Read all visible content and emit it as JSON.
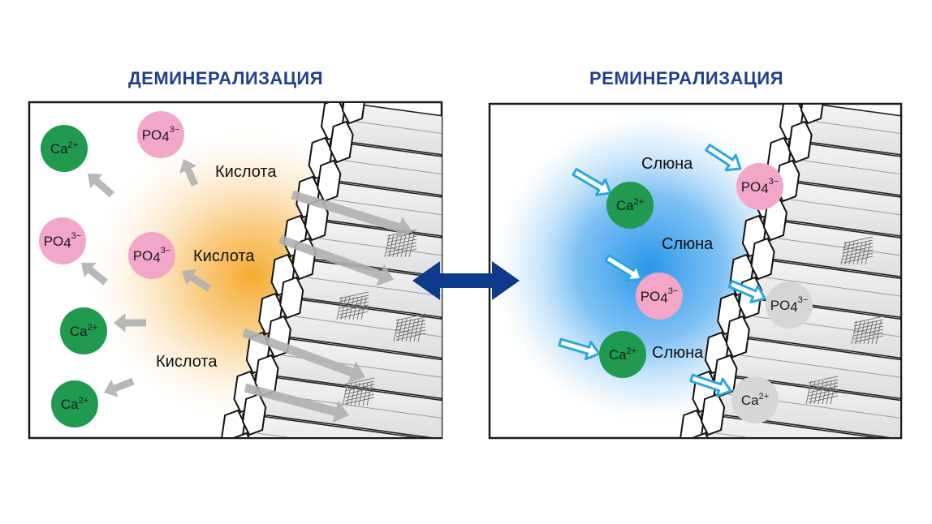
{
  "titles": {
    "left": "ДЕМИНЕРАЛИЗАЦИЯ",
    "right": "РЕМИНЕРАЛИЗАЦИЯ"
  },
  "ions": {
    "ca": "Ca",
    "ca_charge": "2+",
    "po": "PO",
    "po_sub": "4",
    "po_charge": "3−"
  },
  "labels": {
    "acid": "Кислота",
    "saliva": "Слюна"
  },
  "colors": {
    "title": "#1f3f8f",
    "calcium": "#1f9a4f",
    "phosphate": "#f2a6c8",
    "acid_glow": "#f5a623",
    "saliva_glow": "#1e90e8",
    "exchange_arrow": "#0d3a8c",
    "inflow_arrow": "#29a8e0",
    "outflow_arrow": "#b0b0b0",
    "absorbed_ion": "#d6d6d6"
  },
  "icons": {
    "exchange": "double-headed-arrow"
  }
}
